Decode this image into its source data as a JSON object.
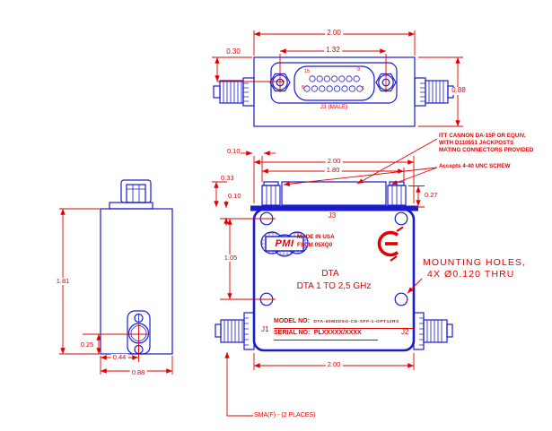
{
  "colors": {
    "line_blue": "#1a1acf",
    "annotation_red": "#e00000"
  },
  "top_view": {
    "dim_width": "2.00",
    "dim_screw_span": "1.32",
    "dim_screw_offset": "0.30",
    "dim_height": "0.88",
    "pin_top_left": "15",
    "pin_top_right": "9",
    "pin_bottom_left": "8",
    "pin_bottom_right": "1",
    "connector_label": "J3 (MALE)"
  },
  "front_view": {
    "dim_edge_offset": "0.10",
    "dim_width": "2.00",
    "dim_jackpost_span": "1.80",
    "dim_connector_height": "0.33",
    "dim_plate_offset": "0.10",
    "dim_jackpost_height": "0.27",
    "dim_hole_span": "1.05",
    "dim_bottom_width": "2.00",
    "label_j3": "J3",
    "label_j1": "J1",
    "label_j2": "J2",
    "logo_text": "PMI",
    "made_in": "MADE IN USA",
    "fscm": "FSCM 05XQ0",
    "product_line1": "DTA",
    "product_line2": "DTA 1 TO 2,5 GHz",
    "model_label": "MODEL NO:",
    "model_value": "DTA-60M2D5G-CD-SFF-1-OPT12RS",
    "serial_label": "SERIAL NO:",
    "serial_value": "PLXXXXX/XXXX"
  },
  "side_view": {
    "dim_height": "1.81",
    "dim_sma_offset": "0.25",
    "dim_sma_center": "0.44",
    "dim_width": "0.88"
  },
  "notes": {
    "connector_note": [
      "ITT CANNON DA-15P OR EQUIV.",
      "WITH D110551 JACKPOSTS",
      "MATING CONNECTORS PROVIDED"
    ],
    "screw_note": "Accepts 4-40 UNC SCREW",
    "mounting_note_line1": "MOUNTING HOLES,",
    "mounting_note_line2": "4X Ø0.120 THRU",
    "sma_note": "SMA(F) - (2 PLACES)"
  }
}
